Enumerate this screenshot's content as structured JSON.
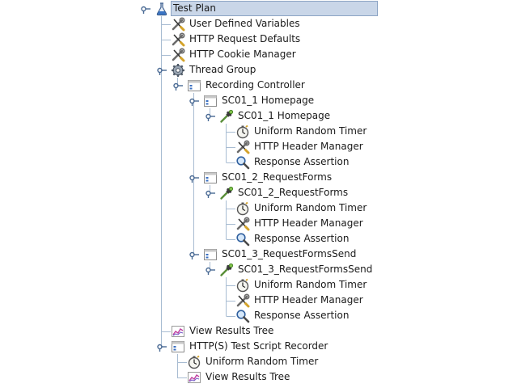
{
  "tree": {
    "test_plan": "Test Plan",
    "user_defined_variables": "User Defined Variables",
    "http_request_defaults": "HTTP Request Defaults",
    "http_cookie_manager": "HTTP Cookie Manager",
    "thread_group": "Thread Group",
    "recording_controller": "Recording Controller",
    "sc01_1_controller": "SC01_1 Homepage",
    "sc01_1_sampler": "SC01_1 Homepage",
    "sc01_1_timer": "Uniform Random Timer",
    "sc01_1_header": "HTTP Header Manager",
    "sc01_1_assertion": "Response Assertion",
    "sc01_2_controller": "SC01_2_RequestForms",
    "sc01_2_sampler": "SC01_2_RequestForms",
    "sc01_2_timer": "Uniform Random Timer",
    "sc01_2_header": "HTTP Header Manager",
    "sc01_2_assertion": "Response Assertion",
    "sc01_3_controller": "SC01_3_RequestFormsSend",
    "sc01_3_sampler": "SC01_3_RequestFormsSend",
    "sc01_3_timer": "Uniform Random Timer",
    "sc01_3_header": "HTTP Header Manager",
    "sc01_3_assertion": "Response Assertion",
    "view_results_tree": "View Results Tree",
    "test_script_recorder": "HTTP(S) Test Script Recorder",
    "recorder_timer": "Uniform Random Timer",
    "recorder_results_tree": "View Results Tree"
  },
  "icons": {
    "test_plan": "flask-icon",
    "config": "wrench-screwdriver-icon",
    "thread_group": "gear-icon",
    "controller": "controller-window-icon",
    "sampler": "pipette-icon",
    "timer": "stopwatch-icon",
    "header_manager": "wrench-screwdriver-icon",
    "assertion": "magnifier-icon",
    "listener": "chart-icon"
  },
  "colors": {
    "selection_bg": "#c9d6e8",
    "selection_border": "#8ca4c4",
    "guide_line": "#a8bcd2",
    "handle": "#4a6a94"
  }
}
